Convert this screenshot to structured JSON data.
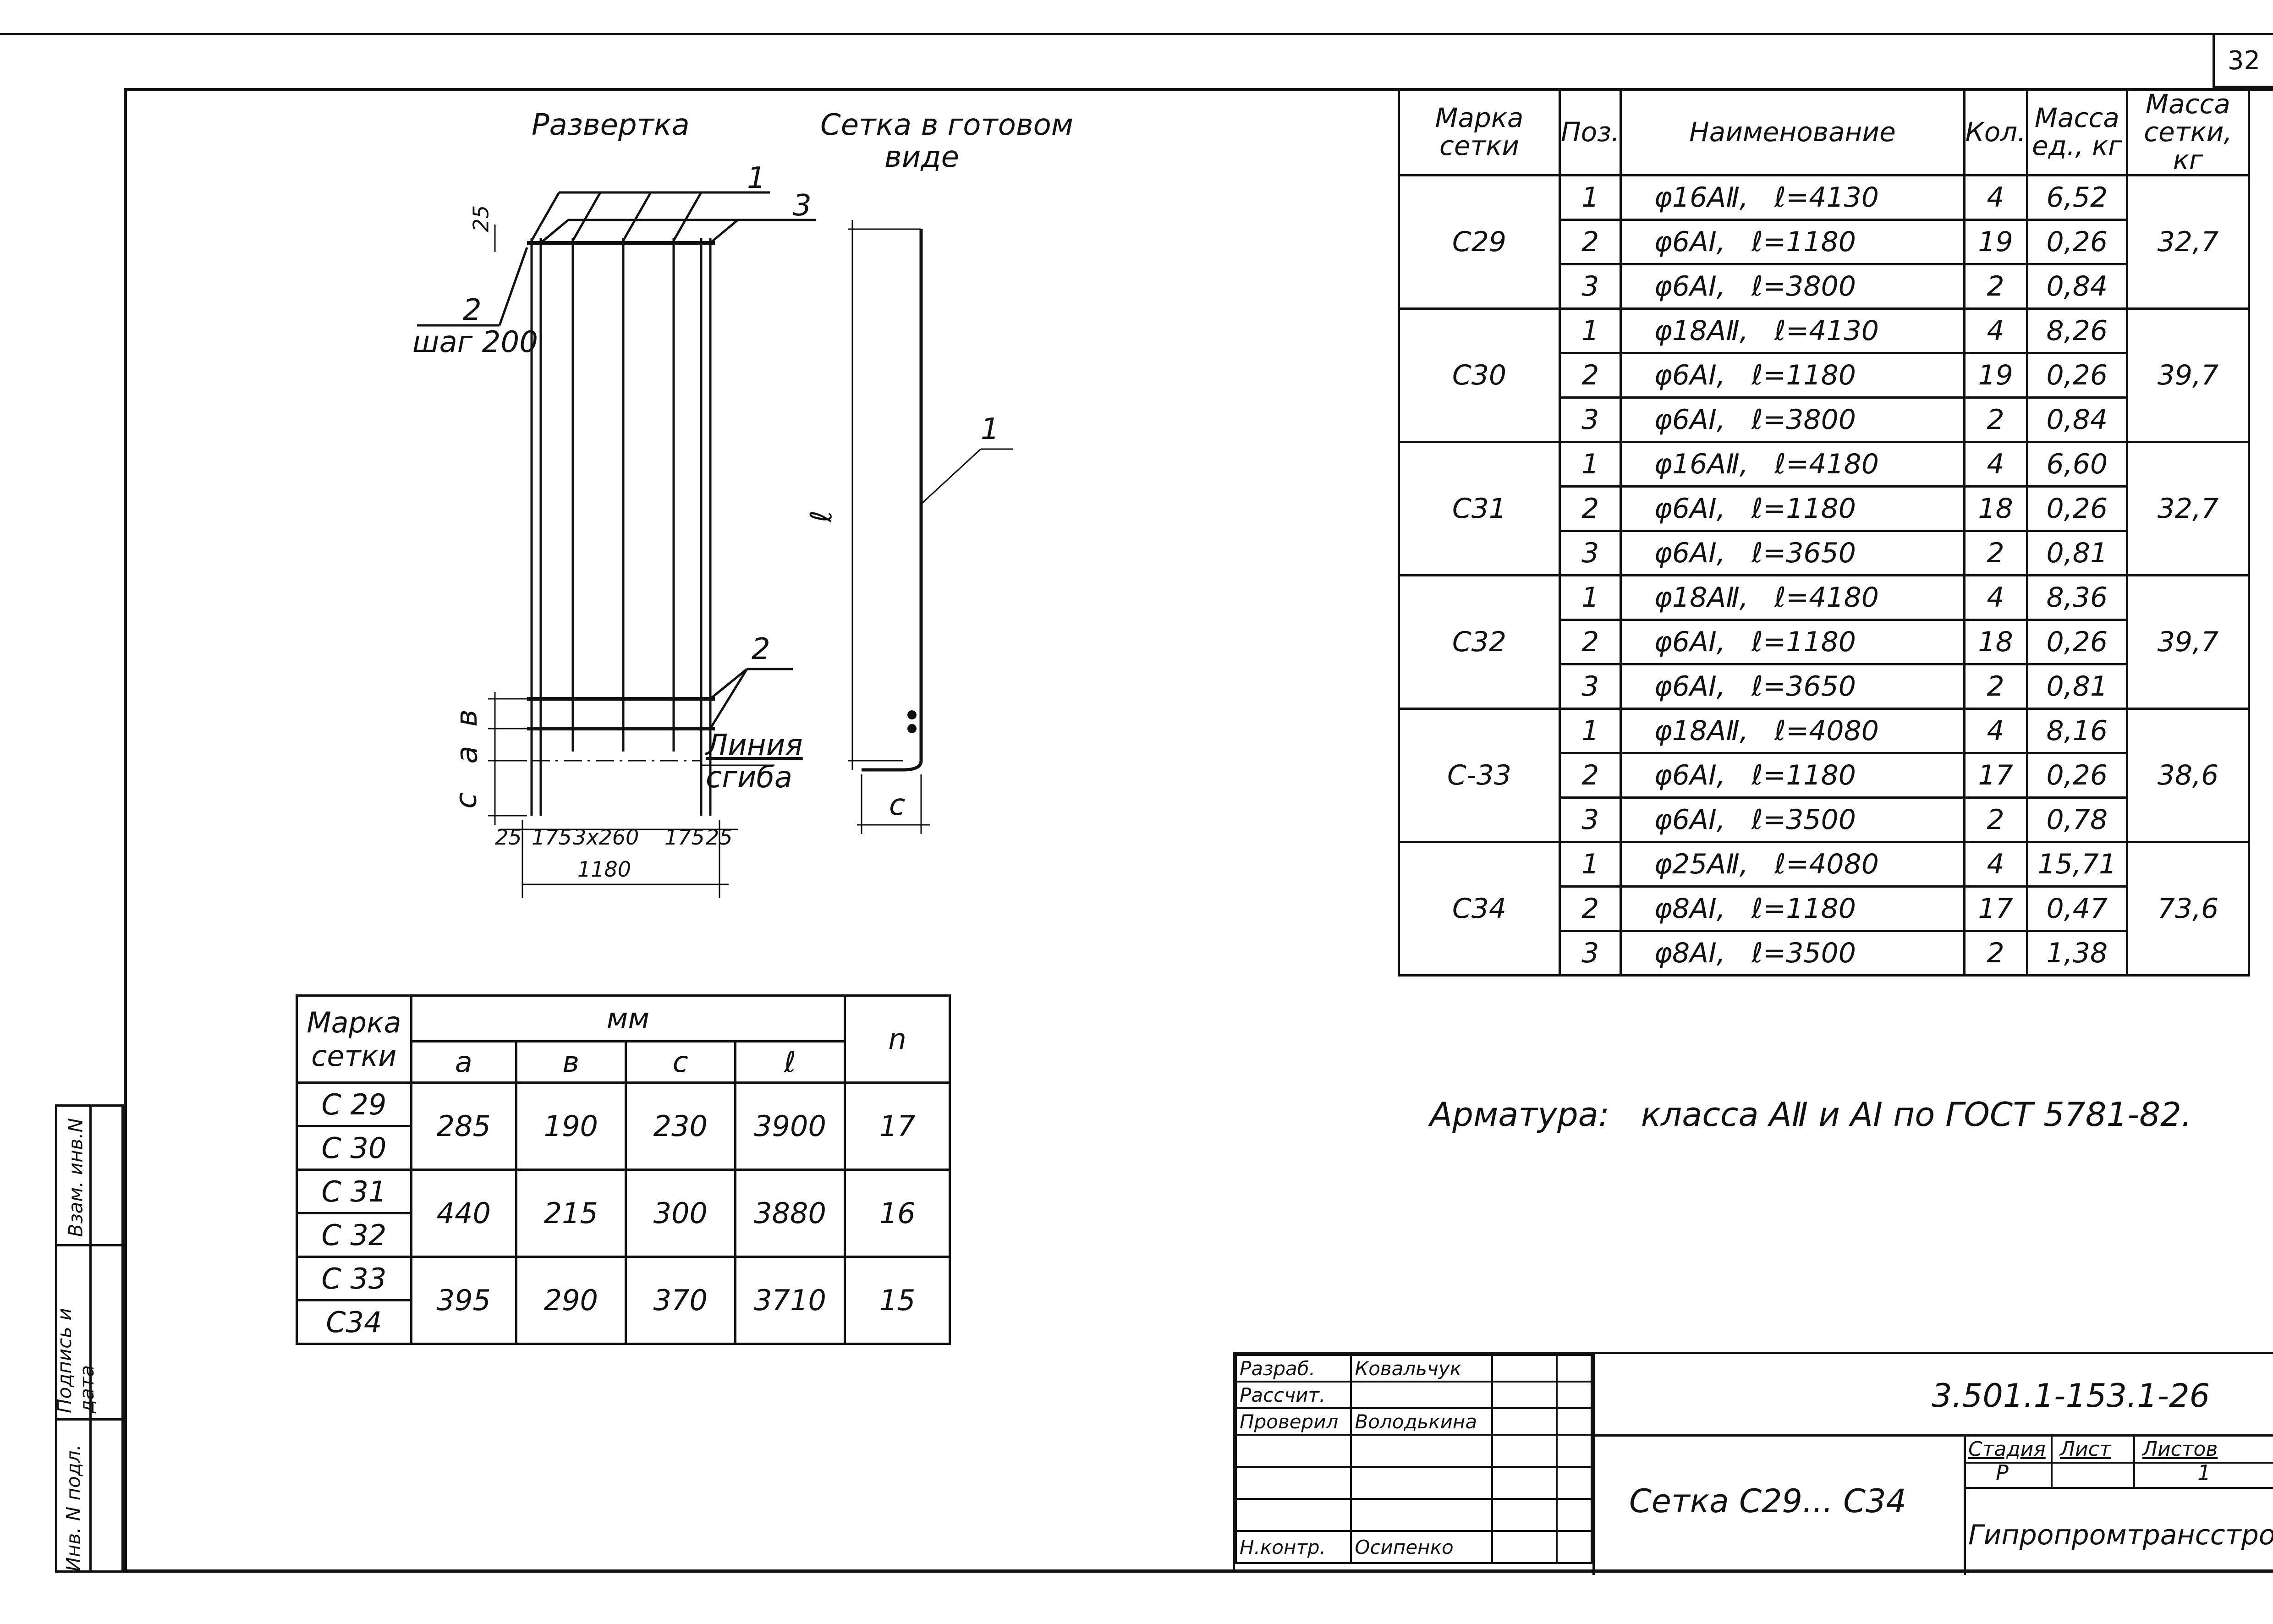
{
  "sheet_number": "32",
  "drawing_titles": {
    "unfolded": "Развертка",
    "finished_line1": "Сетка в готовом",
    "finished_line2": "виде"
  },
  "drawing_labels": {
    "pos1": "1",
    "pos3": "3",
    "pos2_top": "2",
    "step": "шаг 200",
    "pos2_bottom": "2",
    "dim25_top": "25",
    "dim_b": "в",
    "dim_a": "а",
    "dim_c": "с",
    "bend_line1": "Линия",
    "bend_line2": "сгиба",
    "dim25_left": "25",
    "dim175_left": "175",
    "dim_3x260": "3х260",
    "dim175_right": "175",
    "dim25_right": "25",
    "dim1180": "1180",
    "dim_l": "ℓ",
    "pos1_finished": "1",
    "dim_c_finished": "с"
  },
  "spec_table": {
    "headers": {
      "mark": "Марка сетки",
      "pos": "Поз.",
      "name": "Наименование",
      "qty": "Кол.",
      "unit_mass": "Масса ед., кг",
      "mesh_mass": "Масса сетки, кг"
    },
    "groups": [
      {
        "mark": "С29",
        "mass": "32,7",
        "rows": [
          {
            "pos": "1",
            "bar": "φ16АⅡ,",
            "len": "ℓ=4130",
            "qty": "4",
            "unit": "6,52"
          },
          {
            "pos": "2",
            "bar": "φ6АⅠ,",
            "len": "ℓ=1180",
            "qty": "19",
            "unit": "0,26"
          },
          {
            "pos": "3",
            "bar": "φ6АⅠ,",
            "len": "ℓ=3800",
            "qty": "2",
            "unit": "0,84"
          }
        ]
      },
      {
        "mark": "С30",
        "mass": "39,7",
        "rows": [
          {
            "pos": "1",
            "bar": "φ18АⅡ,",
            "len": "ℓ=4130",
            "qty": "4",
            "unit": "8,26"
          },
          {
            "pos": "2",
            "bar": "φ6АⅠ,",
            "len": "ℓ=1180",
            "qty": "19",
            "unit": "0,26"
          },
          {
            "pos": "3",
            "bar": "φ6АⅠ,",
            "len": "ℓ=3800",
            "qty": "2",
            "unit": "0,84"
          }
        ]
      },
      {
        "mark": "С31",
        "mass": "32,7",
        "rows": [
          {
            "pos": "1",
            "bar": "φ16АⅡ,",
            "len": "ℓ=4180",
            "qty": "4",
            "unit": "6,60"
          },
          {
            "pos": "2",
            "bar": "φ6АⅠ,",
            "len": "ℓ=1180",
            "qty": "18",
            "unit": "0,26"
          },
          {
            "pos": "3",
            "bar": "φ6АⅠ,",
            "len": "ℓ=3650",
            "qty": "2",
            "unit": "0,81"
          }
        ]
      },
      {
        "mark": "С32",
        "mass": "39,7",
        "rows": [
          {
            "pos": "1",
            "bar": "φ18АⅡ,",
            "len": "ℓ=4180",
            "qty": "4",
            "unit": "8,36"
          },
          {
            "pos": "2",
            "bar": "φ6АⅠ,",
            "len": "ℓ=1180",
            "qty": "18",
            "unit": "0,26"
          },
          {
            "pos": "3",
            "bar": "φ6АⅠ,",
            "len": "ℓ=3650",
            "qty": "2",
            "unit": "0,81"
          }
        ]
      },
      {
        "mark": "С-33",
        "mass": "38,6",
        "rows": [
          {
            "pos": "1",
            "bar": "φ18АⅡ,",
            "len": "ℓ=4080",
            "qty": "4",
            "unit": "8,16"
          },
          {
            "pos": "2",
            "bar": "φ6АⅠ,",
            "len": "ℓ=1180",
            "qty": "17",
            "unit": "0,26"
          },
          {
            "pos": "3",
            "bar": "φ6АⅠ,",
            "len": "ℓ=3500",
            "qty": "2",
            "unit": "0,78"
          }
        ]
      },
      {
        "mark": "С34",
        "mass": "73,6",
        "rows": [
          {
            "pos": "1",
            "bar": "φ25АⅡ,",
            "len": "ℓ=4080",
            "qty": "4",
            "unit": "15,71"
          },
          {
            "pos": "2",
            "bar": "φ8АⅠ,",
            "len": "ℓ=1180",
            "qty": "17",
            "unit": "0,47"
          },
          {
            "pos": "3",
            "bar": "φ8АⅠ,",
            "len": "ℓ=3500",
            "qty": "2",
            "unit": "1,38"
          }
        ]
      }
    ]
  },
  "dims_table": {
    "headers": {
      "mark": "Марка сетки",
      "mm": "мм",
      "a": "а",
      "b": "в",
      "c": "с",
      "l": "ℓ",
      "n": "n"
    },
    "groups": [
      {
        "marks": [
          "С 29",
          "С 30"
        ],
        "a": "285",
        "b": "190",
        "c": "230",
        "l": "3900",
        "n": "17"
      },
      {
        "marks": [
          "С 31",
          "С 32"
        ],
        "a": "440",
        "b": "215",
        "c": "300",
        "l": "3880",
        "n": "16"
      },
      {
        "marks": [
          "С 33",
          "С34"
        ],
        "a": "395",
        "b": "290",
        "c": "370",
        "l": "3710",
        "n": "15"
      }
    ]
  },
  "note": "Арматура:   класса АⅡ и АⅠ по ГОСТ 5781-82.",
  "side_stamp": {
    "inv_orig": "Инв. N подл.",
    "sign_date": "Подпись и дата",
    "inv_swap": "Взам. инв.N"
  },
  "title_block": {
    "rows": [
      {
        "role": "Разраб.",
        "name": "Ковальчук"
      },
      {
        "role": "Рассчит.",
        "name": ""
      },
      {
        "role": "Проверил",
        "name": "Володькина"
      },
      {
        "role": "",
        "name": ""
      },
      {
        "role": "",
        "name": ""
      },
      {
        "role": "",
        "name": ""
      },
      {
        "role": "Н.контр.",
        "name": "Осипенко"
      }
    ],
    "code": "3.501.1-153.1-26",
    "title": "Сетка С29... С34",
    "stage_label": "Стадия",
    "sheet_label": "Лист",
    "sheets_label": "Листов",
    "stage": "Р",
    "sheets": "1",
    "org": "Гипропромтрансстрой"
  }
}
